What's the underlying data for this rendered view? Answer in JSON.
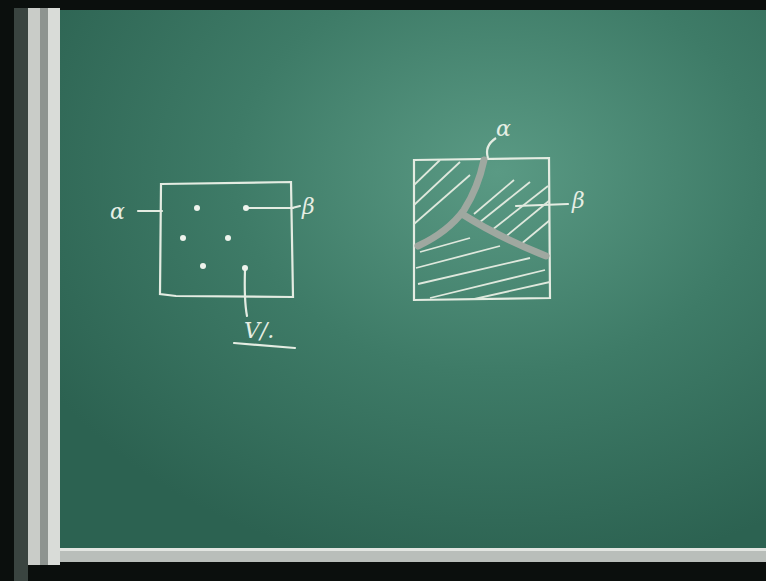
{
  "diagram": {
    "labels": [
      "α",
      "β",
      "V/.",
      "α",
      "β"
    ]
  }
}
